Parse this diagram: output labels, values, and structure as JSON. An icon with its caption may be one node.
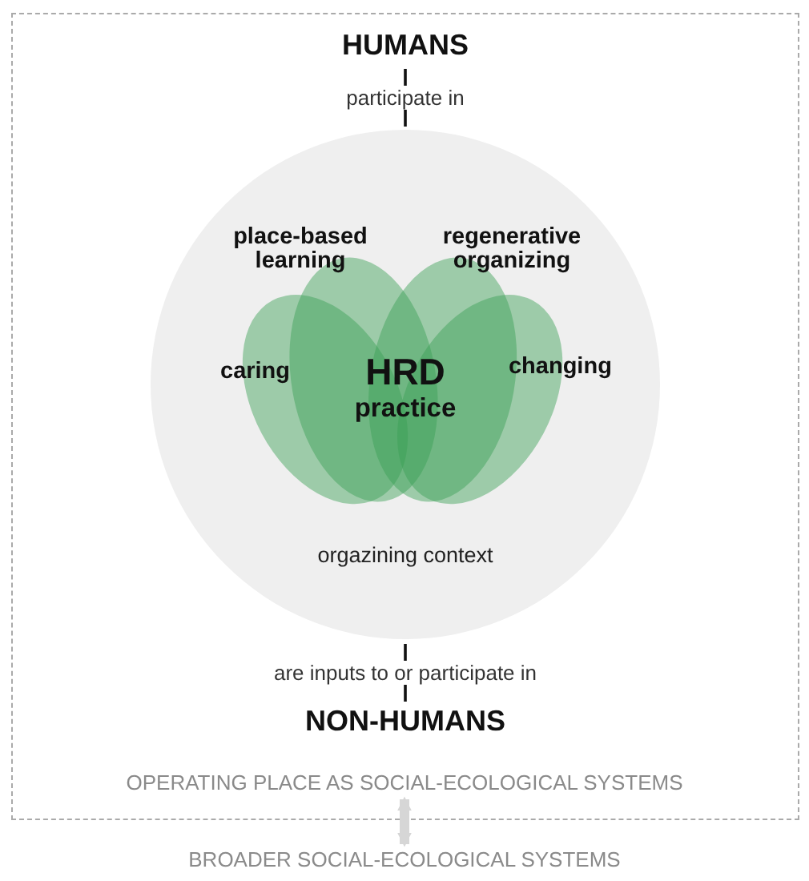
{
  "diagram": {
    "nodes": [
      {
        "text": [
          "OPERATING PLACE AS SOCIAL-ECOLOGICAL SYSTEMS"
        ]
      },
      {
        "text": [
          "HUMANS"
        ],
        "in": 0
      },
      {
        "text": [
          "orgazining context"
        ],
        "in": 0
      },
      {
        "text": [
          "place-based learning"
        ],
        "in": 2
      },
      {
        "text": [
          "regenerative organizing"
        ],
        "in": 2
      },
      {
        "text": [
          "caring"
        ],
        "in": 2
      },
      {
        "text": [
          "HRD",
          "practice"
        ],
        "in": 2
      },
      {
        "text": [
          "changing"
        ],
        "in": 2
      },
      {
        "text": [
          "NON-HUMANS"
        ],
        "in": 0
      },
      {
        "text": [
          "BROADER SOCIAL-ECOLOGICAL SYSTEMS"
        ]
      }
    ],
    "edges": [
      {
        "from": 1,
        "to": 2,
        "arrow": "none",
        "label": "participate in"
      },
      {
        "from": 2,
        "to": 8,
        "arrow": "none",
        "label": "are inputs to or participate in"
      },
      {
        "from": 0,
        "to": 9,
        "arrow": "both",
        "style": "thick",
        "color": "#d6d6d6"
      }
    ]
  }
}
